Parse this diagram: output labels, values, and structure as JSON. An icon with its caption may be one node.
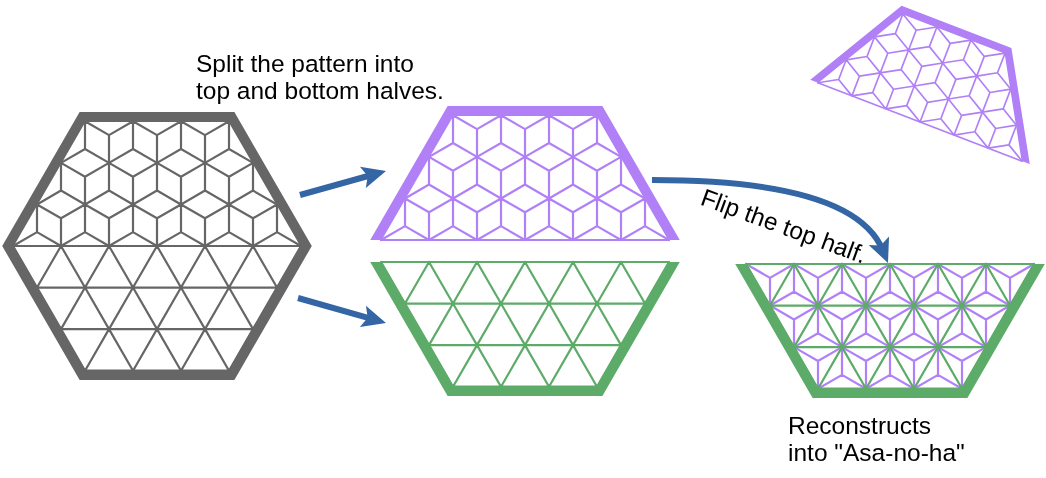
{
  "diagram": {
    "nodes": [
      {
        "text": [],
        "shape": "picture"
      },
      {
        "text": [],
        "shape": "picture"
      },
      {
        "text": [],
        "shape": "picture"
      },
      {
        "text": [],
        "shape": "picture"
      },
      {
        "text": [],
        "shape": "picture",
        "beside": [
          "Reconstructs into \"Asa-no-ha\""
        ]
      }
    ],
    "edges": [
      {
        "from": 0,
        "to": 1,
        "arrow": "to"
      },
      {
        "from": 0,
        "to": 2,
        "arrow": "to"
      },
      {
        "from": 1,
        "to": 4,
        "arrow": "to",
        "label": "Flip the top half."
      }
    ],
    "labels": [
      "Split the pattern into top and bottom halves."
    ]
  }
}
